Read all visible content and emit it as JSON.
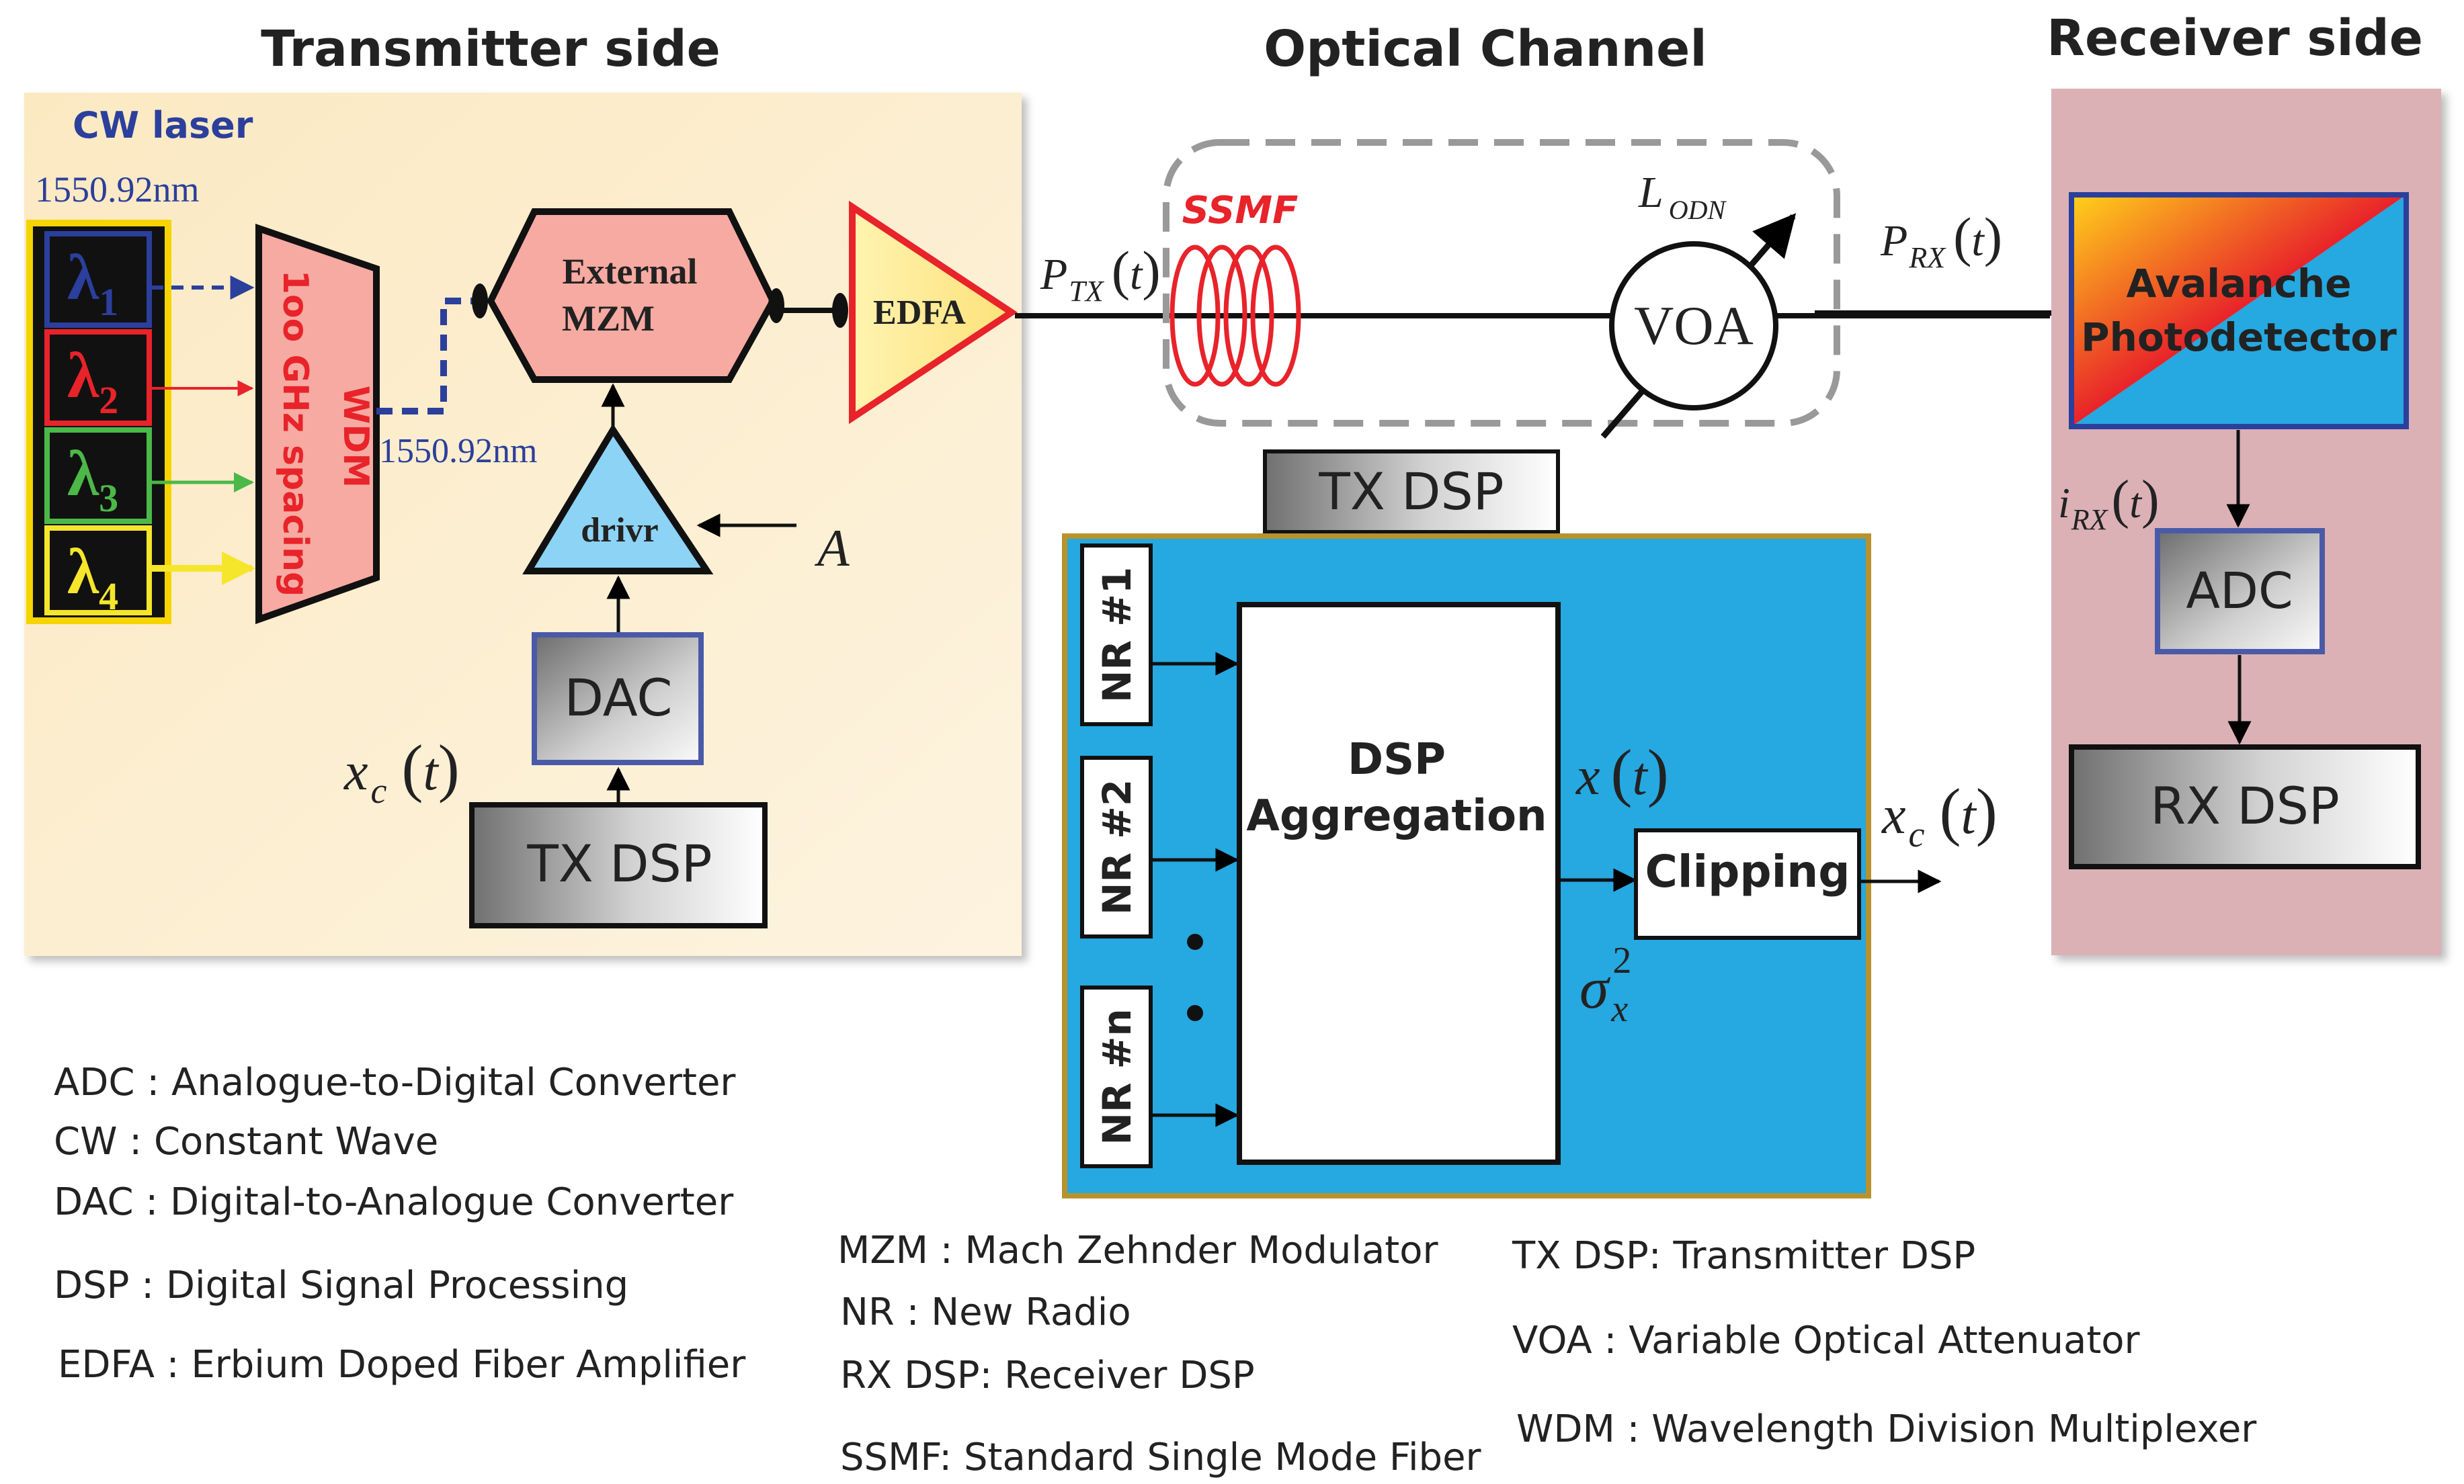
{
  "sections": {
    "transmitter": "Transmitter side",
    "channel": "Optical Channel",
    "receiver": "Receiver side"
  },
  "transmitter": {
    "cw_laser": "CW laser",
    "laser_wavelength": "1550.92nm",
    "lambdas": [
      {
        "sym": "λ",
        "sub": "1",
        "color": "#2b3f9c"
      },
      {
        "sym": "λ",
        "sub": "2",
        "color": "#e8232a"
      },
      {
        "sym": "λ",
        "sub": "3",
        "color": "#4cb848"
      },
      {
        "sym": "λ",
        "sub": "4",
        "color": "#f5e62c"
      }
    ],
    "wdm_label": "WDM",
    "wdm_spacing": "1oo GHz spacing",
    "wdm_out_wavelength": "1550.92nm",
    "mzm_line1": "External",
    "mzm_line2": "MZM",
    "edfa": "EDFA",
    "driver": "drivr",
    "amp_symbol": "A",
    "dac": "DAC",
    "tx_dsp": "TX DSP",
    "xc_signal": "x",
    "xc_sub": "c",
    "time_var": "t"
  },
  "channel": {
    "ptx": "P",
    "ptx_sub": "TX",
    "ssmf": "SSMF",
    "lodn": "L",
    "lodn_sub": "ODN",
    "voa": "VOA",
    "prx": "P",
    "prx_sub": "RX",
    "time_var": "t"
  },
  "aggregation": {
    "tx_dsp_tab": "TX DSP",
    "nr_inputs": [
      "NR #1",
      "NR #2",
      "NR #n"
    ],
    "dsp_line1": "DSP",
    "dsp_line2": "Aggregation",
    "x_signal": "x",
    "sigma": "σ",
    "sigma_sub": "x",
    "sigma_sup": "2",
    "clipping": "Clipping",
    "xc_out": "x",
    "xc_out_sub": "c",
    "time_var": "t"
  },
  "receiver": {
    "apd_line1": "Avalanche",
    "apd_line2": "Photodetector",
    "irx": "i",
    "irx_sub": "RX",
    "time_var": "t",
    "adc": "ADC",
    "rx_dsp": "RX DSP"
  },
  "legend": {
    "col1": [
      "ADC : Analogue-to-Digital Converter",
      "CW : Constant Wave",
      "DAC : Digital-to-Analogue Converter",
      "DSP : Digital Signal Processing",
      "EDFA : Erbium Doped Fiber Amplifier"
    ],
    "col2": [
      "MZM : Mach Zehnder Modulator",
      "NR : New Radio",
      "RX DSP: Receiver DSP",
      "SSMF: Standard Single Mode Fiber"
    ],
    "col3": [
      "TX DSP: Transmitter DSP",
      "VOA : Variable Optical Attenuator",
      "WDM : Wavelength Division Multiplexer"
    ]
  },
  "colors": {
    "tx_panel": "#fbedc8",
    "rx_panel": "#dbb1b6",
    "agg_panel": "#26a8e0",
    "agg_border": "#b8932c",
    "box_border": "#4a5aa8",
    "title_red": "#e8232a",
    "wdm_fill": "#f6aaa2"
  }
}
